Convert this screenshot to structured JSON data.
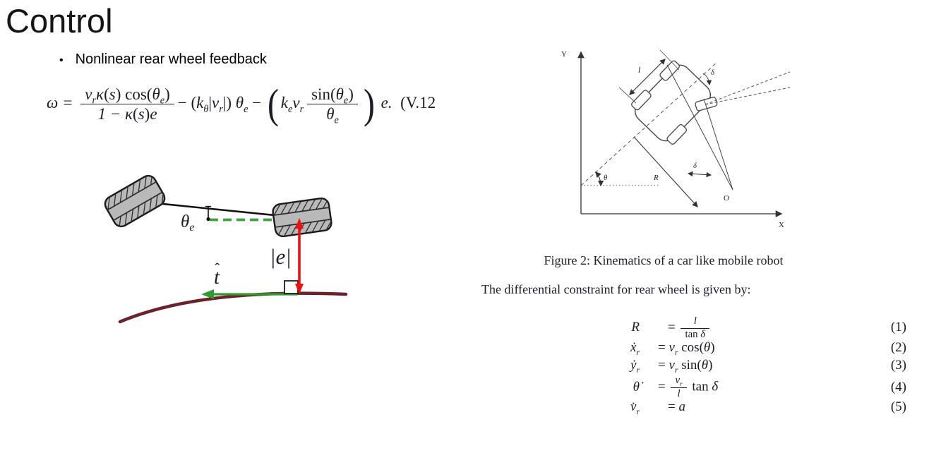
{
  "slide": {
    "title": "Control",
    "bullet_glyph": "•",
    "bullet_text": "Nonlinear rear wheel feedback"
  },
  "formula_v12": {
    "tokens": [
      {
        "text": "ω = "
      },
      {
        "frac": {
          "num": [
            {
              "text": "v"
            },
            {
              "sub": "r"
            },
            {
              "text": "κ"
            },
            {
              "up": "("
            },
            {
              "text": "s"
            },
            {
              "up": ") cos("
            },
            {
              "text": "θ"
            },
            {
              "sub": "e"
            },
            {
              "up": ")"
            }
          ],
          "den": [
            {
              "text": "1 − κ"
            },
            {
              "up": "("
            },
            {
              "text": "s"
            },
            {
              "up": ")"
            },
            {
              "text": "e"
            }
          ]
        }
      },
      {
        "up": "− ("
      },
      {
        "text": "k"
      },
      {
        "sub": "θ"
      },
      {
        "up": "|"
      },
      {
        "text": "v"
      },
      {
        "sub": "r"
      },
      {
        "up": "|) "
      },
      {
        "text": "θ"
      },
      {
        "sub": "e"
      },
      {
        "up": " − "
      },
      {
        "big": "("
      },
      {
        "text": "k"
      },
      {
        "sub": "e"
      },
      {
        "text": "v"
      },
      {
        "sub": "r"
      },
      {
        "frac": {
          "num": [
            {
              "up": "sin("
            },
            {
              "text": "θ"
            },
            {
              "sub": "e"
            },
            {
              "up": ")"
            }
          ],
          "den": [
            {
              "text": "θ"
            },
            {
              "sub": "e"
            }
          ]
        }
      },
      {
        "big": ")"
      },
      {
        "text": " e."
      },
      {
        "up": "  (V.12"
      }
    ]
  },
  "left_diagram": {
    "labels": {
      "theta": "θ",
      "theta_sub": "e",
      "error": "|e|",
      "tangent_letter": "t",
      "tangent_hat": "ˆ"
    },
    "colors": {
      "path": "#6b222b",
      "error_arrow": "#ed1111",
      "tangent_green": "#2f9b2f",
      "dash_green": "#3da23d",
      "wheel_fill": "#b9b9b9"
    }
  },
  "figure2": {
    "caption": "Figure 2: Kinematics of a car like mobile robot",
    "labels": {
      "y_axis": "Y",
      "x_axis": "X",
      "length": "l",
      "theta": "θ",
      "delta_top": "δ",
      "delta_bottom": "δ",
      "radius": "R",
      "center": "O"
    }
  },
  "constraint_intro": "The differential constraint for rear wheel is given by:",
  "constraint_equations": [
    {
      "lhs": [
        {
          "text": "R"
        }
      ],
      "rhs": [
        {
          "up": "= "
        },
        {
          "frac": {
            "num": [
              {
                "text": "l"
              }
            ],
            "den": [
              {
                "up": "tan "
              },
              {
                "text": "δ"
              }
            ]
          }
        }
      ],
      "num": "(1)"
    },
    {
      "lhs": [
        {
          "text": "ẋ"
        },
        {
          "sub": "r"
        }
      ],
      "rhs": [
        {
          "up": "= "
        },
        {
          "text": "v"
        },
        {
          "sub": "r"
        },
        {
          "up": " cos("
        },
        {
          "text": "θ"
        },
        {
          "up": ")"
        }
      ],
      "num": "(2)"
    },
    {
      "lhs": [
        {
          "text": "ẏ"
        },
        {
          "sub": "r"
        }
      ],
      "rhs": [
        {
          "up": "= "
        },
        {
          "text": "v"
        },
        {
          "sub": "r"
        },
        {
          "up": " sin("
        },
        {
          "text": "θ"
        },
        {
          "up": ")"
        }
      ],
      "num": "(3)"
    },
    {
      "lhs": [
        {
          "text": "θ̇"
        }
      ],
      "rhs": [
        {
          "up": "= "
        },
        {
          "frac": {
            "num": [
              {
                "text": "v"
              },
              {
                "sub": "r"
              }
            ],
            "den": [
              {
                "text": "l"
              }
            ]
          }
        },
        {
          "up": " tan "
        },
        {
          "text": "δ"
        }
      ],
      "num": "(4)"
    },
    {
      "lhs": [
        {
          "text": "v̇"
        },
        {
          "sub": "r"
        }
      ],
      "rhs": [
        {
          "up": "= "
        },
        {
          "text": "a"
        }
      ],
      "num": "(5)"
    }
  ]
}
